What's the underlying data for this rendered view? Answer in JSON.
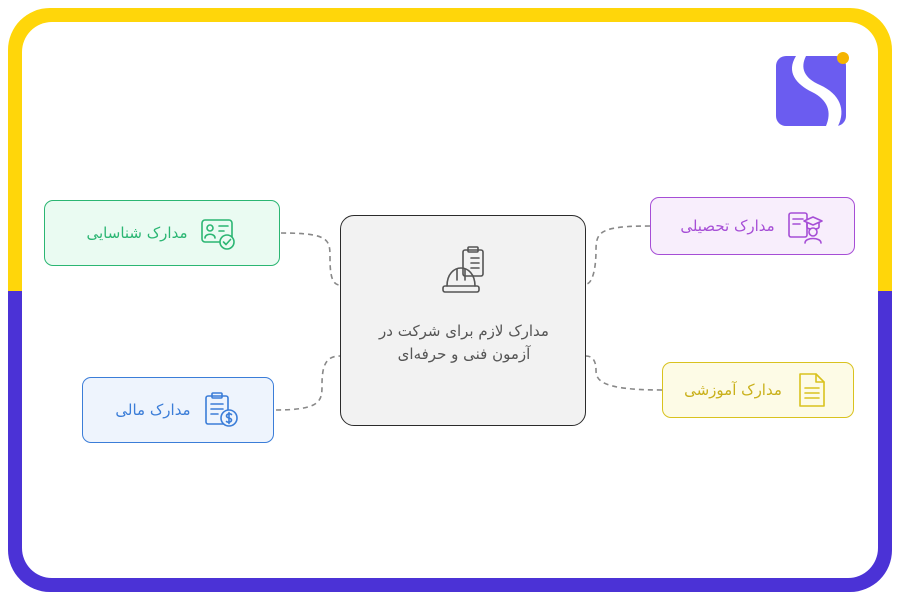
{
  "diagram": {
    "center": {
      "line1": "مدارک لازم برای شرکت در",
      "line2": "آزمون فنی و حرفه‌ای",
      "icon": "hard-hat-clipboard-icon"
    },
    "nodes": [
      {
        "id": "identity",
        "label": "مدارک شناسایی",
        "icon": "id-card-check-icon",
        "color": "#2bb673",
        "bg": "#eafbf2"
      },
      {
        "id": "financial",
        "label": "مدارک مالی",
        "icon": "clipboard-dollar-icon",
        "color": "#3b7dd8",
        "bg": "#eef4fd"
      },
      {
        "id": "academic",
        "label": "مدارک تحصیلی",
        "icon": "graduate-document-icon",
        "color": "#a64ed6",
        "bg": "#f8eefc"
      },
      {
        "id": "training",
        "label": "مدارک آموزشی",
        "icon": "document-lines-icon",
        "color": "#d9c21f",
        "bg": "#fdfbe6"
      }
    ]
  },
  "brand": {
    "logo": "brand-logo-icon",
    "accent": "#6b5cf0",
    "dot": "#f5b400"
  },
  "frame": {
    "top_color": "#ffd60a",
    "bottom_color": "#4b32d6"
  }
}
